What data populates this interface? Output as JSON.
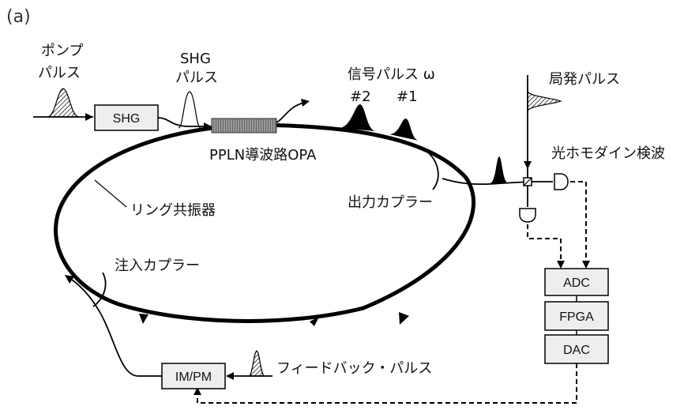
{
  "panel_label": "(a)",
  "labels": {
    "pump_pulse_line1": "ポンプ",
    "pump_pulse_line2": "パルス",
    "shg_pulse_line1": "SHG",
    "shg_pulse_line2": "パルス",
    "signal_pulse": "信号パルス ω",
    "pulse_2": "#2",
    "pulse_1": "#1",
    "local_oscillator": "局発パルス",
    "ppln_opa": "PPLN導波路OPA",
    "homodyne": "光ホモダイン検波",
    "ring_resonator": "リング共振器",
    "output_coupler": "出力カプラー",
    "injection_coupler": "注入カプラー",
    "feedback_pulse": "フィードバック・パルス"
  },
  "boxes": {
    "shg": "SHG",
    "adc": "ADC",
    "fpga": "FPGA",
    "dac": "DAC",
    "im_pm": "IM/PM"
  }
}
